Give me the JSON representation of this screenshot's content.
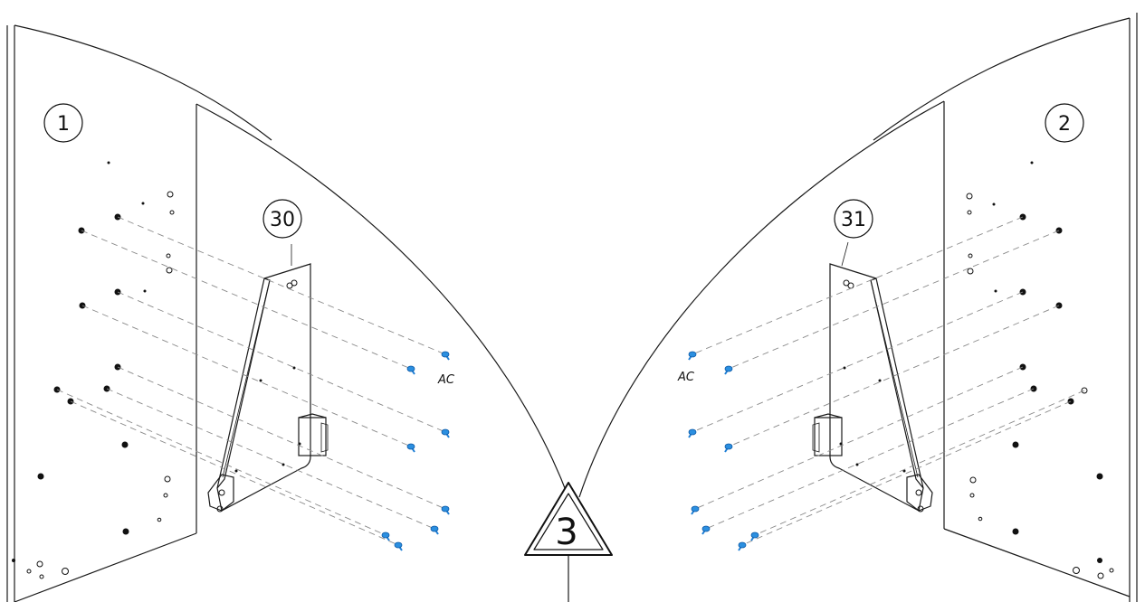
{
  "labels": {
    "panel_left": "1",
    "panel_right": "2",
    "bracket_left": "30",
    "bracket_right": "31",
    "hardware_left": "AC",
    "hardware_right": "AC",
    "step": "3"
  },
  "colors": {
    "line": "#1a1a1a",
    "screw": "#2b8fe0",
    "dash": "#8a8a8a"
  },
  "icons": {
    "step_marker": "warning-triangle",
    "screw": "screw-icon"
  }
}
